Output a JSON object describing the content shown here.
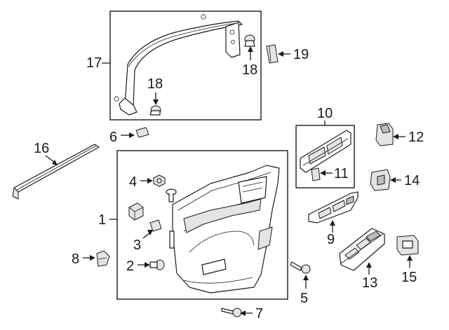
{
  "callouts": [
    {
      "id": "c1",
      "label": "1"
    },
    {
      "id": "c2",
      "label": "2"
    },
    {
      "id": "c3",
      "label": "3"
    },
    {
      "id": "c4",
      "label": "4"
    },
    {
      "id": "c5",
      "label": "5"
    },
    {
      "id": "c6",
      "label": "6"
    },
    {
      "id": "c7",
      "label": "7"
    },
    {
      "id": "c8",
      "label": "8"
    },
    {
      "id": "c9",
      "label": "9"
    },
    {
      "id": "c10",
      "label": "10"
    },
    {
      "id": "c11",
      "label": "11"
    },
    {
      "id": "c12",
      "label": "12"
    },
    {
      "id": "c13",
      "label": "13"
    },
    {
      "id": "c14",
      "label": "14"
    },
    {
      "id": "c15",
      "label": "15"
    },
    {
      "id": "c16",
      "label": "16"
    },
    {
      "id": "c17",
      "label": "17"
    },
    {
      "id": "c18a",
      "label": "18"
    },
    {
      "id": "c18b",
      "label": "18"
    },
    {
      "id": "c19",
      "label": "19"
    }
  ]
}
